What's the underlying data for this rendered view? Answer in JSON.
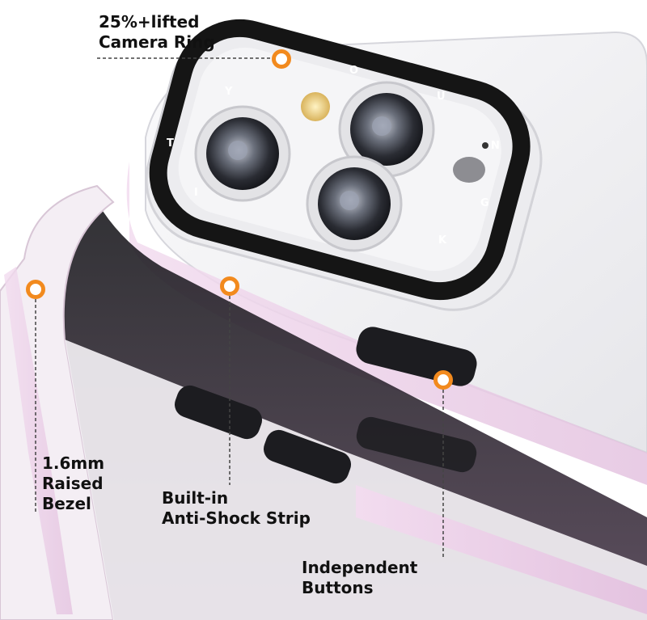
{
  "image": {
    "description_free": true
  },
  "callouts": {
    "camera_ring": {
      "line1": "25%+lifted",
      "line2": "Camera Ring"
    },
    "bezel": {
      "line1": "1.6mm",
      "line2": "Raised",
      "line3": "Bezel"
    },
    "strip": {
      "line1": "Built-in",
      "line2": "Anti-Shock Strip"
    },
    "buttons": {
      "line1": "Independent",
      "line2": "Buttons"
    }
  },
  "ring_brand_letters": [
    "Y",
    "O",
    "U",
    "N",
    "G",
    "K",
    "I",
    "T"
  ],
  "colors": {
    "accent_dot": "#f28a1e",
    "case_pink": "#e9c9e6",
    "ring_black": "#151515",
    "phone_body": "#f1f1f3",
    "screen_dark": "#3b2a3c"
  }
}
